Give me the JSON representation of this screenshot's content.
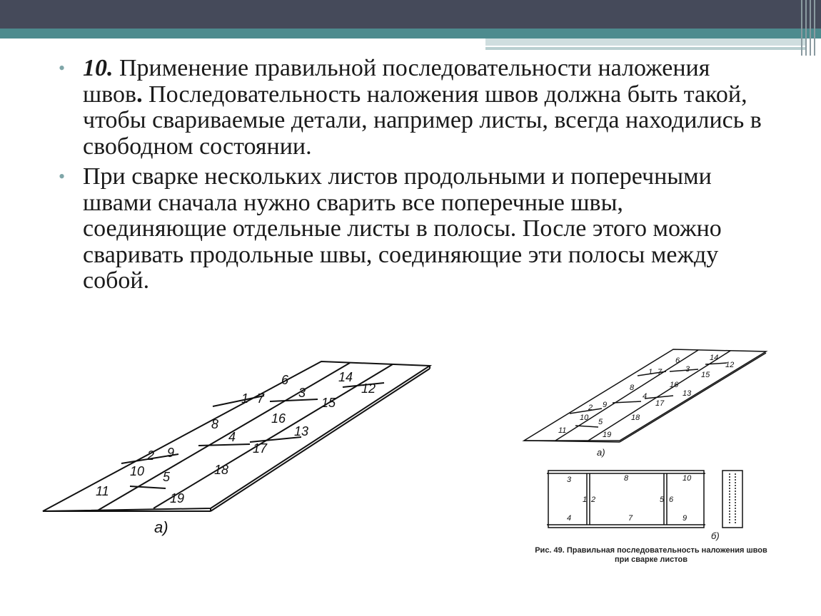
{
  "slide": {
    "item1": {
      "number": "10.",
      "heading_rest": " Применение правильной  последовательности наложения  швов",
      "heading_dot": ".",
      "body": " Последовательность наложения швов должна быть такой, чтобы свариваемые детали, например листы, всегда находились в свободном состоянии."
    },
    "item2": {
      "text": "При сварке нескольких листов продольными и поперечными швами сначала нужно сварить все поперечные швы, соединяющие отдельные листы в полосы. После этого можно сваривать продольные швы, соединяющие эти полосы между собой."
    },
    "bullet_char": "•"
  },
  "figure_left": {
    "label": "а)",
    "numbers": {
      "n6": "6",
      "n14": "14",
      "n1": "1",
      "n7": "7",
      "n3": "3",
      "n12": "12",
      "n15": "15",
      "n8": "8",
      "n16": "16",
      "n13": "13",
      "n4": "4",
      "n17": "17",
      "n2": "2",
      "n9": "9",
      "n10": "10",
      "n5": "5",
      "n18": "18",
      "n11": "11",
      "n19": "19"
    }
  },
  "figure_right_top": {
    "label": "а)",
    "numbers": {
      "n6": "6",
      "n14": "14",
      "n1": "1",
      "n7": "7",
      "n3": "3",
      "n12": "12",
      "n15": "15",
      "n8": "8",
      "n16": "16",
      "n13": "13",
      "n4": "4",
      "n17": "17",
      "n2": "2",
      "n9": "9",
      "n10": "10",
      "n5": "5",
      "n18": "18",
      "n11": "11",
      "n19": "19"
    }
  },
  "figure_right_bottom": {
    "label": "б)",
    "numbers": {
      "n3": "3",
      "n8": "8",
      "n10": "10",
      "n1": "1",
      "n2": "2",
      "n5": "5",
      "n6": "6",
      "n4": "4",
      "n7": "7",
      "n9": "9"
    }
  },
  "caption": {
    "line1": "Рис. 49. Правильная последовательность  наложения швов",
    "line2": "при сварке листов"
  },
  "colors": {
    "topbar": "#454a5a",
    "band": "#4d8b8e",
    "bullet": "#7fa6a8",
    "text": "#1a1a1a"
  }
}
